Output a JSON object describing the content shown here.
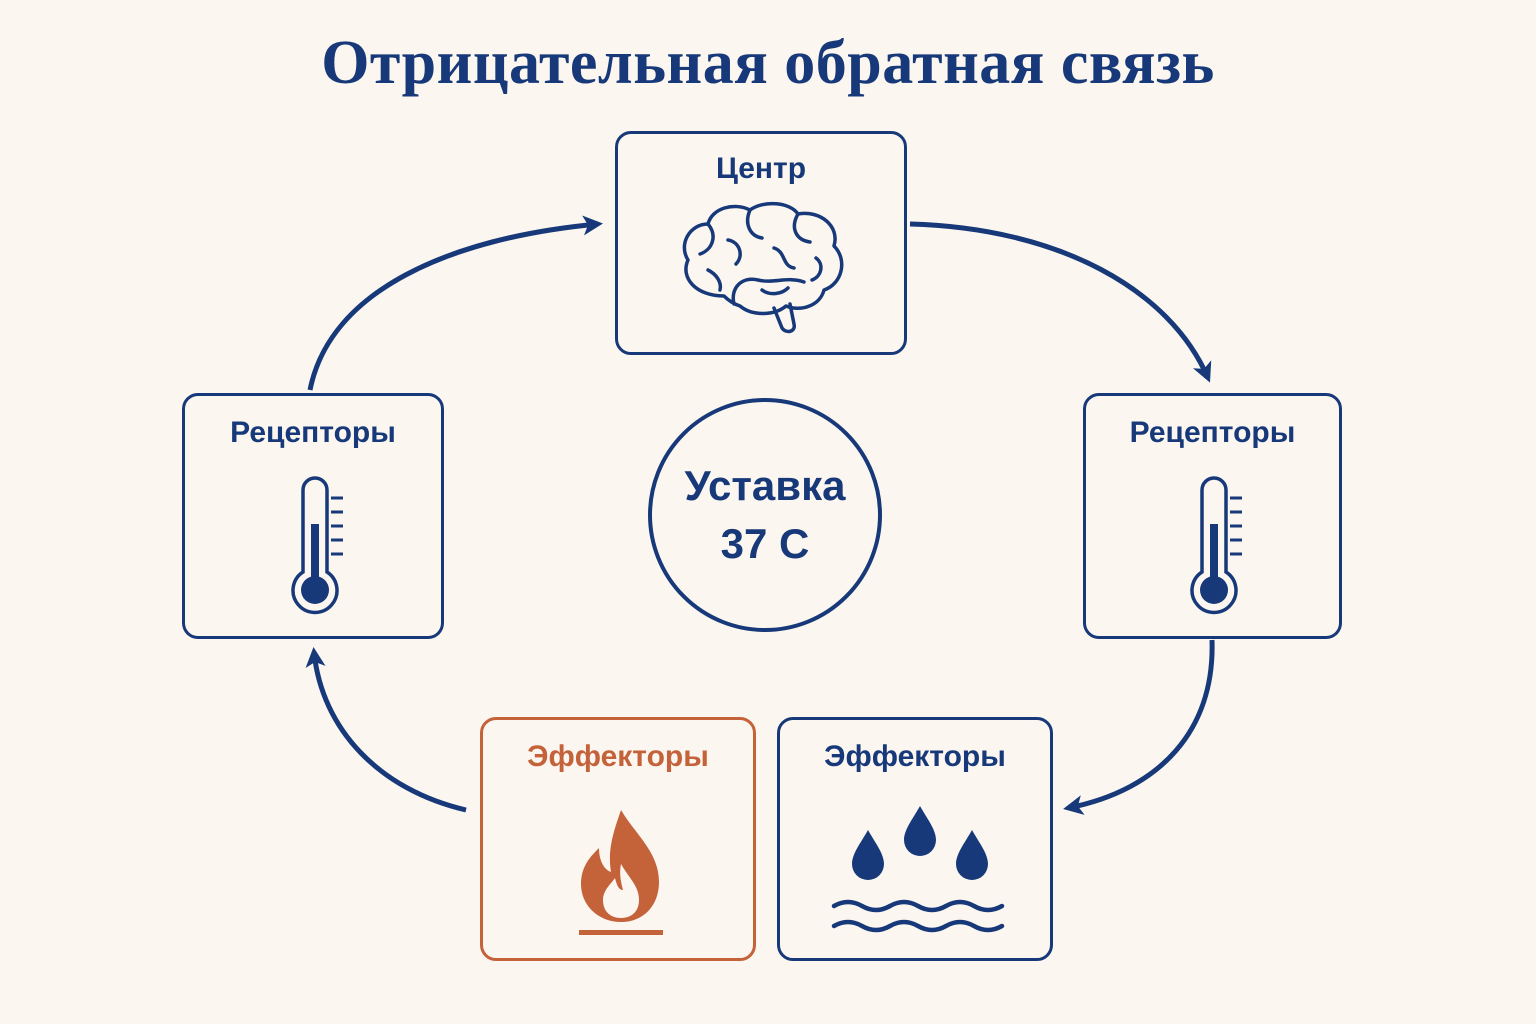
{
  "title": "Отрицательная обратная связь",
  "nodes": {
    "center": {
      "label": "Центр",
      "icon": "brain-icon"
    },
    "receptors_left": {
      "label": "Рецепторы",
      "icon": "thermometer-icon"
    },
    "receptors_right": {
      "label": "Рецепторы",
      "icon": "thermometer-icon"
    },
    "effectors_heat": {
      "label": "Эффекторы",
      "icon": "flame-icon"
    },
    "effectors_water": {
      "label": "Эффекторы",
      "icon": "water-drops-icon"
    }
  },
  "setpoint": {
    "line1": "Уставка",
    "line2": "37 С"
  },
  "colors": {
    "primary": "#17397a",
    "accent": "#c4623a",
    "background": "#fbf6ef"
  }
}
